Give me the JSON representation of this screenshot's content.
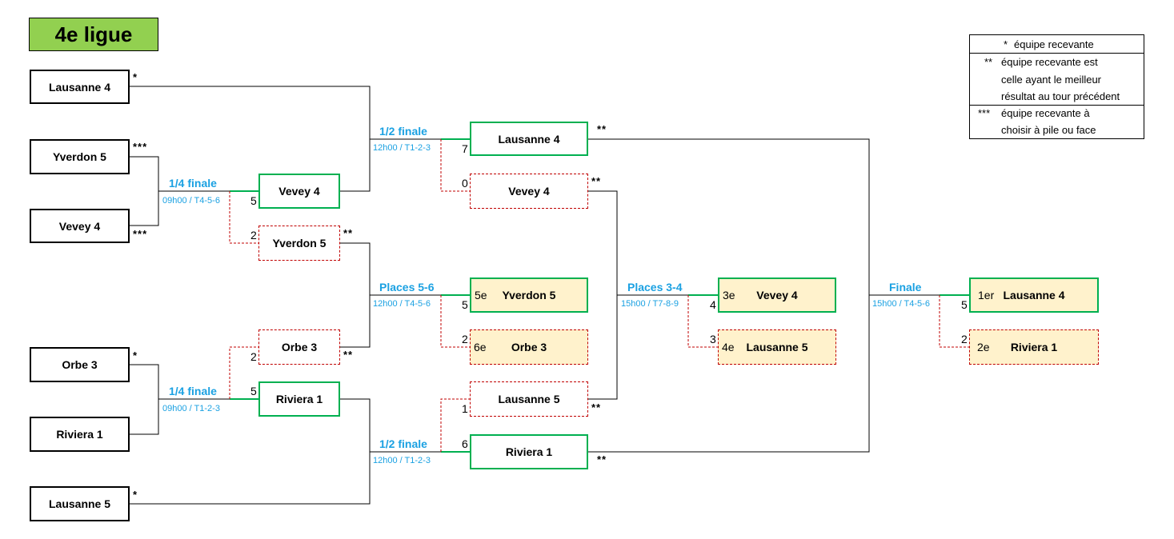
{
  "title": "4e ligue",
  "legend": {
    "m1": "*",
    "t1": "équipe recevante",
    "m2": "**",
    "t2a": "équipe recevante est",
    "t2b": "celle ayant le meilleur",
    "t2c": "résultat au tour précédent",
    "m3": "***",
    "t3a": "équipe recevante à",
    "t3b": "choisir à pile ou face"
  },
  "teams": {
    "r1_1": "Lausanne 4",
    "r1_2": "Yverdon 5",
    "r1_3": "Vevey 4",
    "r1_4": "Orbe 3",
    "r1_5": "Riviera 1",
    "r1_6": "Lausanne 5"
  },
  "marks": {
    "r1_1": "*",
    "r1_2": "***",
    "r1_3": "***",
    "r1_4": "*",
    "r1_6": "*",
    "qf1_loser": "**",
    "qf2_loser": "**",
    "sf1_winner": "**",
    "sf1_loser": "**",
    "sf2_loser": "**",
    "sf2_winner": "**"
  },
  "quarterfinals": [
    {
      "round": "1/4 finale",
      "time": "09h00 / T4-5-6",
      "winner": "Vevey 4",
      "winner_score": "5",
      "loser": "Yverdon 5",
      "loser_score": "2"
    },
    {
      "round": "1/4 finale",
      "time": "09h00 / T1-2-3",
      "winner": "Riviera 1",
      "winner_score": "5",
      "loser": "Orbe 3",
      "loser_score": "2"
    }
  ],
  "semifinals": [
    {
      "round": "1/2 finale",
      "time": "12h00 / T1-2-3",
      "winner": "Lausanne 4",
      "winner_score": "7",
      "loser": "Vevey 4",
      "loser_score": "0"
    },
    {
      "round": "1/2 finale",
      "time": "12h00 / T1-2-3",
      "winner": "Riviera 1",
      "winner_score": "6",
      "loser": "Lausanne 5",
      "loser_score": "1"
    }
  ],
  "places56": {
    "round": "Places 5-6",
    "time": "12h00 / T4-5-6",
    "first_rank": "5e",
    "first": "Yverdon 5",
    "first_score": "5",
    "second_rank": "6e",
    "second": "Orbe 3",
    "second_score": "2"
  },
  "places34": {
    "round": "Places 3-4",
    "time": "15h00 / T7-8-9",
    "first_rank": "3e",
    "first": "Vevey 4",
    "first_score": "4",
    "second_rank": "4e",
    "second": "Lausanne 5",
    "second_score": "3"
  },
  "final": {
    "round": "Finale",
    "time": "15h00 / T4-5-6",
    "first_rank": "1er",
    "first": "Lausanne 4",
    "first_score": "5",
    "second_rank": "2e",
    "second": "Riviera 1",
    "second_score": "2"
  },
  "colors": {
    "title_bg": "#92d050",
    "winner_border": "#00b050",
    "loser_border": "#c00000",
    "placing_fill": "#fff2cc",
    "round_text": "#1ba1e2"
  }
}
